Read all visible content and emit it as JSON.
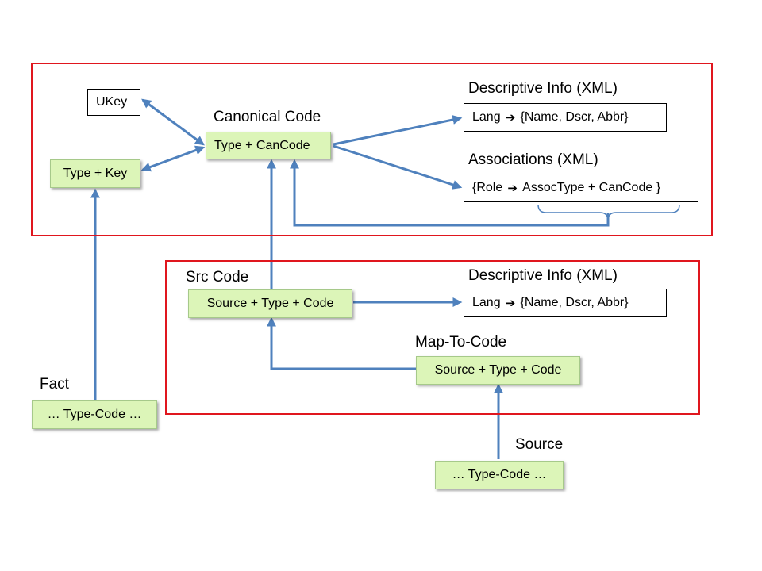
{
  "canonical_region": {
    "ukey": "UKey",
    "type_key": "Type + Key",
    "canonical_code_label": "Canonical Code",
    "type_cancode": "Type + CanCode",
    "descriptive_info_label": "Descriptive Info (XML)",
    "lang_prefix": "Lang",
    "lang_suffix": "{Name, Dscr, Abbr}",
    "associations_label": "Associations (XML)",
    "assoc_prefix": "{Role",
    "assoc_suffix": "AssocType + CanCode }"
  },
  "source_region": {
    "src_code_label": "Src Code",
    "source_type_code": "Source + Type + Code",
    "descriptive_info_label": "Descriptive Info (XML)",
    "lang_prefix": "Lang",
    "lang_suffix": "{Name, Dscr, Abbr}",
    "map_to_code_label": "Map-To-Code",
    "map_source_type_code": "Source + Type + Code"
  },
  "fact": {
    "label": "Fact",
    "box": "…  Type-Code  …"
  },
  "source": {
    "label": "Source",
    "box": "…  Type-Code  …"
  },
  "colors": {
    "region_border": "#e0161e",
    "arrow": "#4f81bd",
    "node_fill": "#dcf5b8"
  }
}
